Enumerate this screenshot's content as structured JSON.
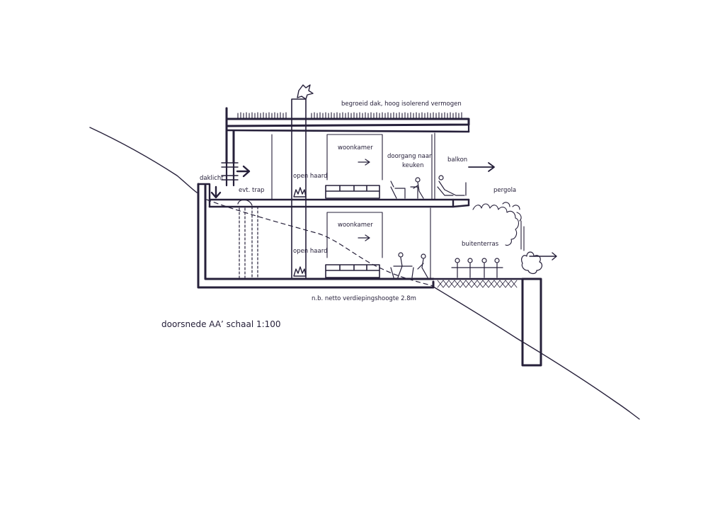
{
  "labels": {
    "roof": "begroeid dak, hoog isolerend vermogen",
    "skylight": "daklicht",
    "stair": "evt. trap",
    "fireplace_upper": "open haard",
    "fireplace_lower": "open haard",
    "living_upper": "woonkamer",
    "living_lower": "woonkamer",
    "passage_line1": "doorgang naar",
    "passage_line2": "keuken",
    "balcony": "balkon",
    "pergola": "pergola",
    "terrace": "buitenterras",
    "note": "n.b. netto verdiepingshoogte 2.8m"
  },
  "title": "doorsnede AA’ schaal 1:100",
  "colors": {
    "ink": "#26203a",
    "paper": "#ffffff"
  }
}
